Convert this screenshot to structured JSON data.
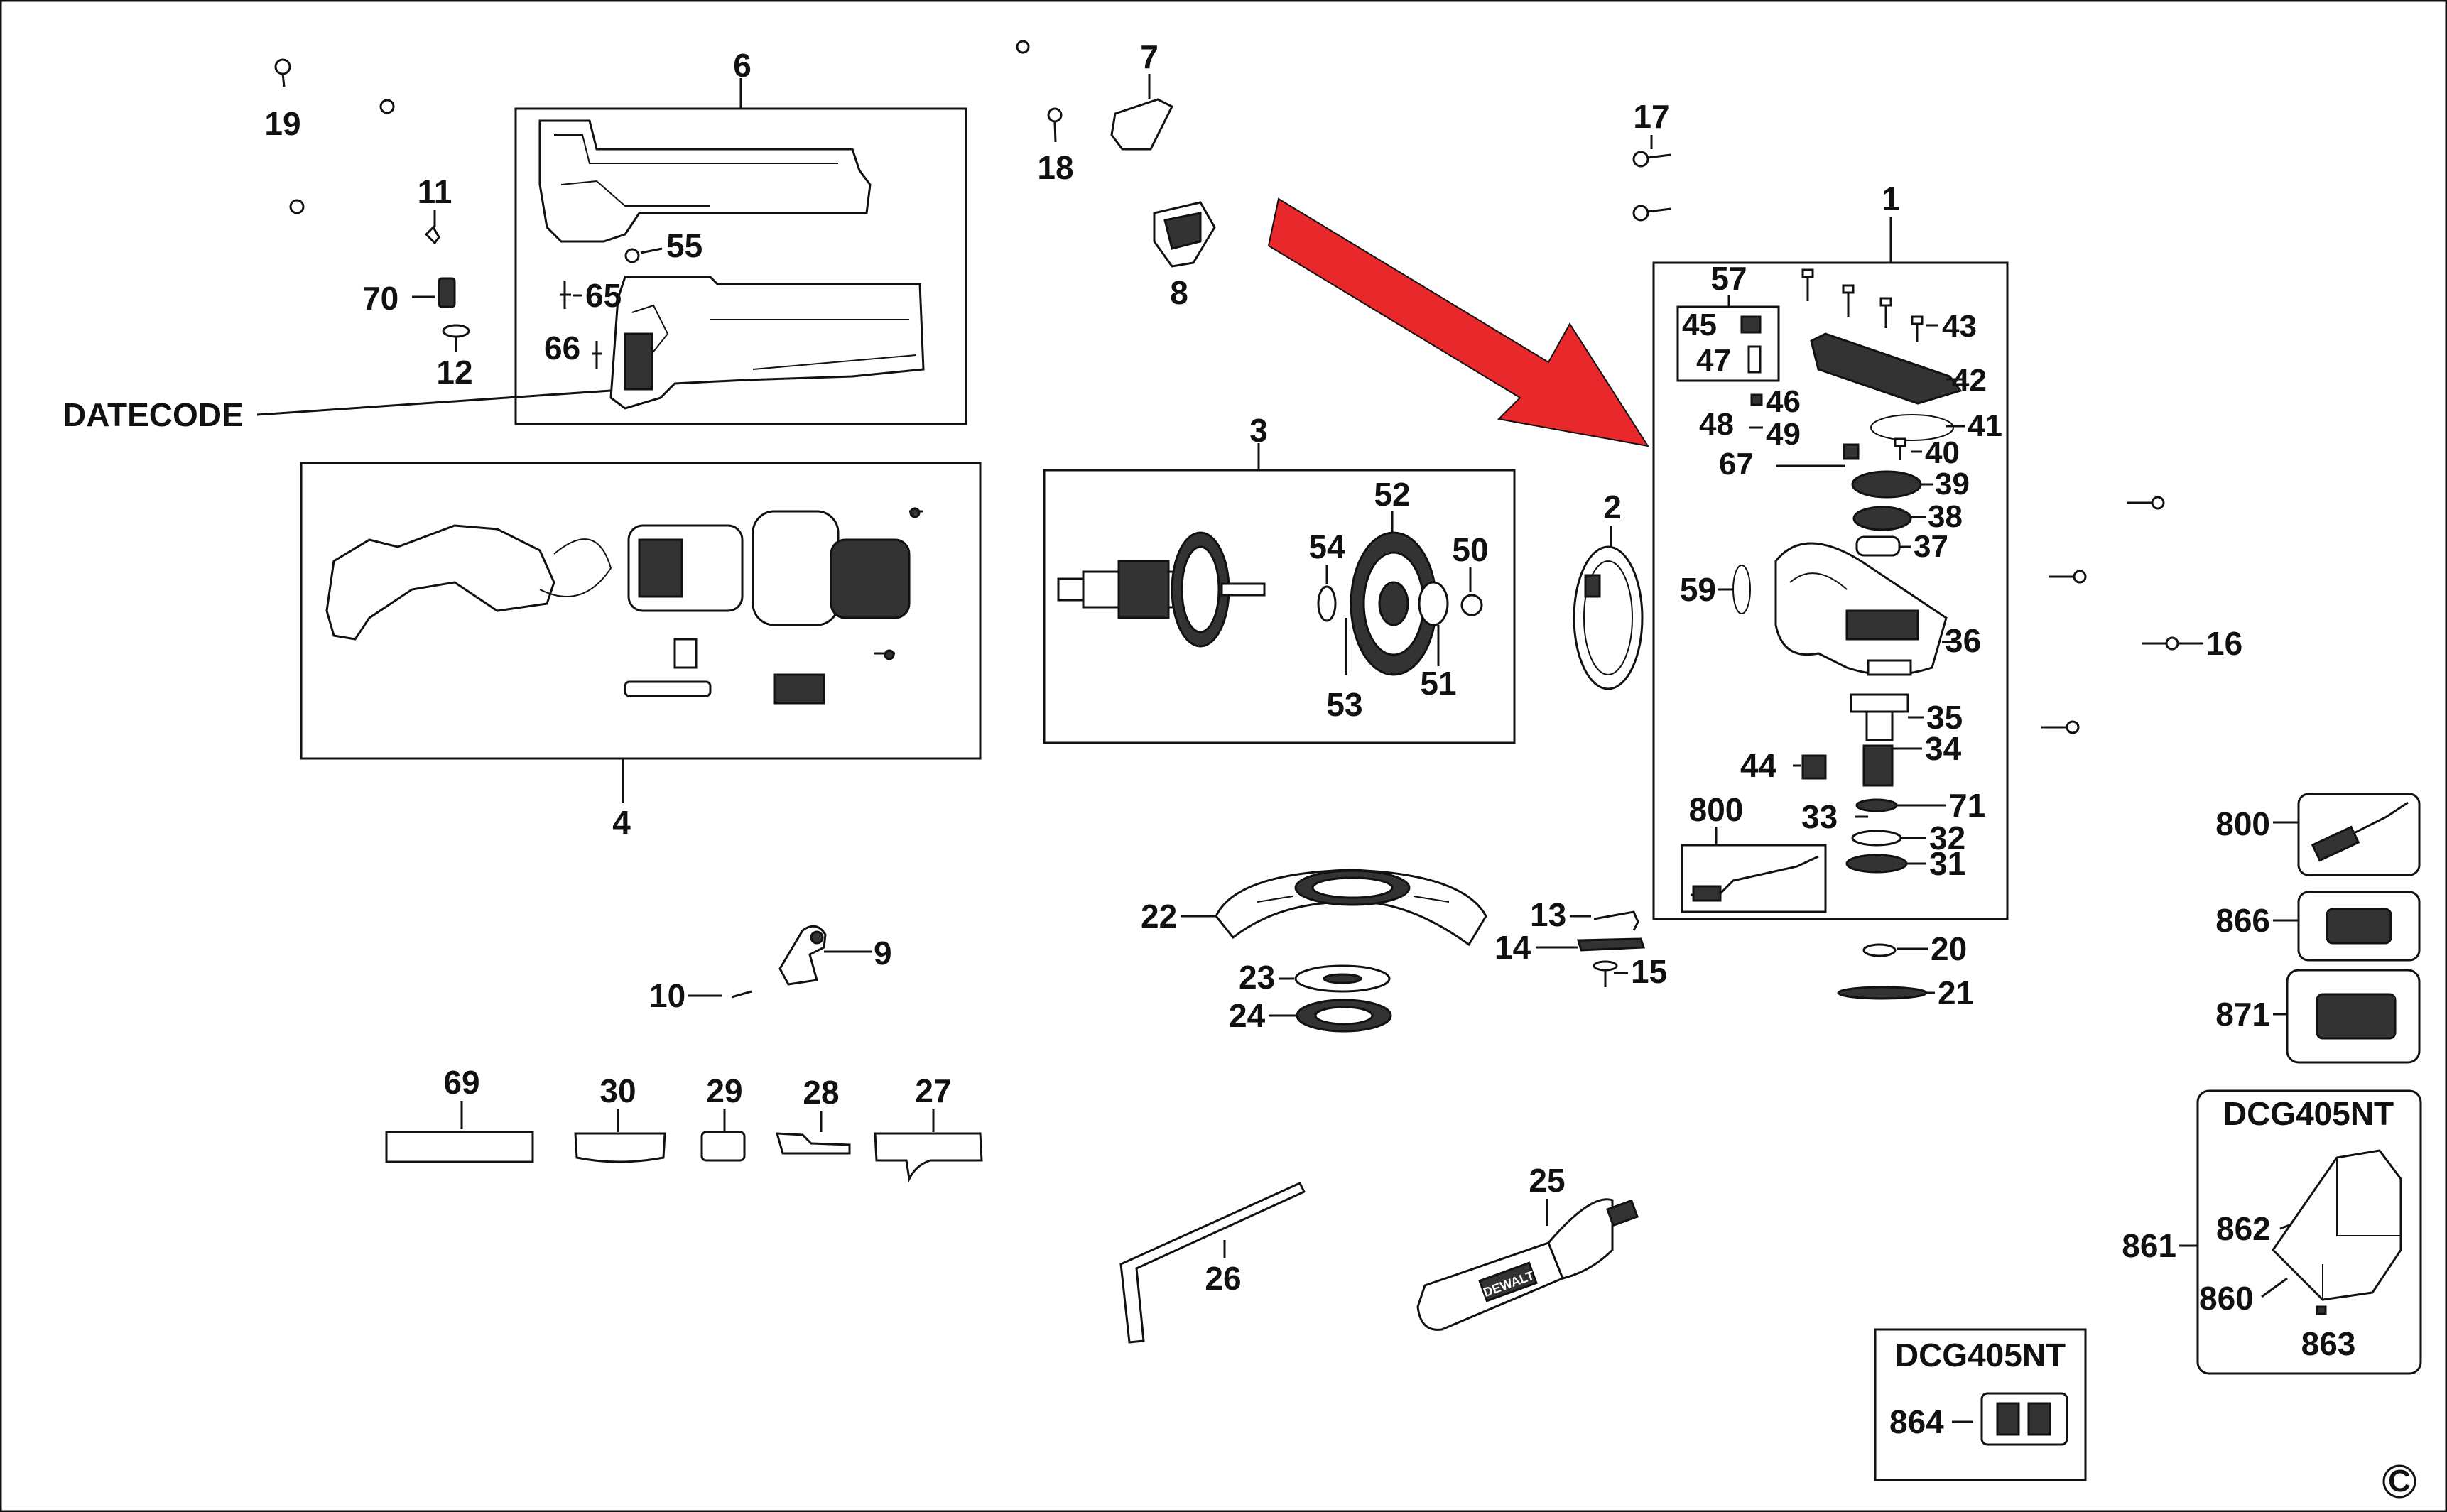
{
  "labels": {
    "p1": "1",
    "p2": "2",
    "p3": "3",
    "p4": "4",
    "p6": "6",
    "p7": "7",
    "p8": "8",
    "p9": "9",
    "p10": "10",
    "p11": "11",
    "p12": "12",
    "p13": "13",
    "p14": "14",
    "p15": "15",
    "p16": "16",
    "p17": "17",
    "p18": "18",
    "p19": "19",
    "p20": "20",
    "p21": "21",
    "p22": "22",
    "p23": "23",
    "p24": "24",
    "p25": "25",
    "p26": "26",
    "p27": "27",
    "p28": "28",
    "p29": "29",
    "p30": "30",
    "p31": "31",
    "p32": "32",
    "p33": "33",
    "p34": "34",
    "p35": "35",
    "p36": "36",
    "p37": "37",
    "p38": "38",
    "p39": "39",
    "p40": "40",
    "p41": "41",
    "p42": "42",
    "p43": "43",
    "p44": "44",
    "p45": "45",
    "p46": "46",
    "p47": "47",
    "p48": "48",
    "p49": "49",
    "p50": "50",
    "p51": "51",
    "p52": "52",
    "p53": "53",
    "p54": "54",
    "p55": "55",
    "p57": "57",
    "p59": "59",
    "p65": "65",
    "p66": "66",
    "p67": "67",
    "p69": "69",
    "p70": "70",
    "p71": "71",
    "p800a": "800",
    "p800b": "800",
    "p860": "860",
    "p861": "861",
    "p862": "862",
    "p863": "863",
    "p864": "864",
    "p866": "866",
    "p871": "871",
    "datecode": "DATECODE",
    "model_a": "DCG405NT",
    "model_b": "DCG405NT",
    "copyright": "C",
    "handle_brand": "DEWALT"
  },
  "colors": {
    "arrow": "#e8282b",
    "ink": "#111111"
  }
}
